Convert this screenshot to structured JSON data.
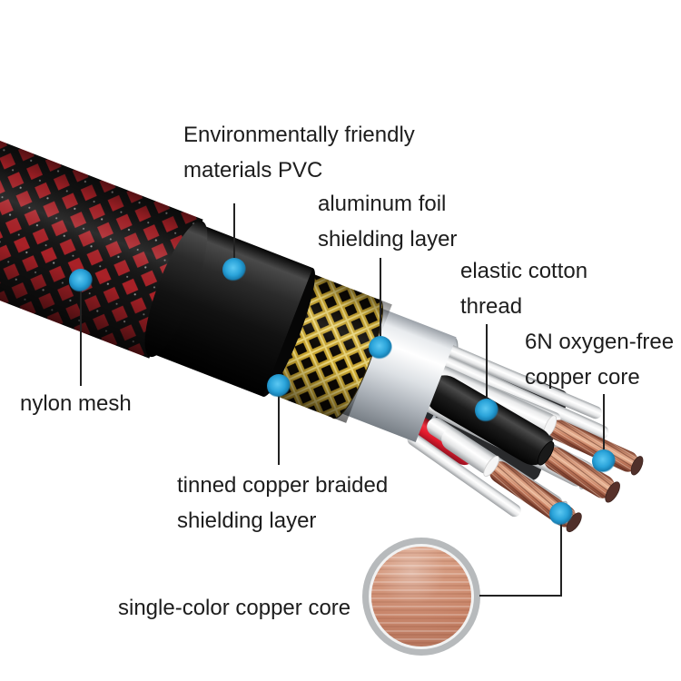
{
  "page": {
    "background": "#ffffff",
    "description": "Annotated cutaway diagram of a braided audio cable showing its internal layers"
  },
  "colors": {
    "callout_dot_blue": "#2ba4da",
    "callout_line": "#222222",
    "text": "#1d1d1d",
    "nylon_mesh_red": "#a92127",
    "mesh_braid_black": "#141414",
    "pvc_black": "#101010",
    "tinned_copper_gold": "#c9a52f",
    "aluminum_foil_silver": "#d7dbdf",
    "cotton_thread_white": "#ffffff",
    "copper_core": "#c67d5f",
    "inner_wire_red": "#e31b2d",
    "inset_ring_gray": "#b7babc"
  },
  "labels": {
    "pvc": {
      "line1": "Environmentally friendly",
      "line2": "materials PVC"
    },
    "aluminum_foil": {
      "line1": "aluminum foil",
      "line2": "shielding layer"
    },
    "elastic_cotton": {
      "line1": "elastic cotton",
      "line2": "thread"
    },
    "oxygen_free_core": {
      "line1": "6N oxygen-free",
      "line2": "copper core"
    },
    "nylon_mesh": {
      "line1": "nylon mesh"
    },
    "tinned_copper": {
      "line1": "tinned copper braided",
      "line2": "shielding layer"
    },
    "single_color_core": {
      "line1": "single-color copper core"
    }
  }
}
